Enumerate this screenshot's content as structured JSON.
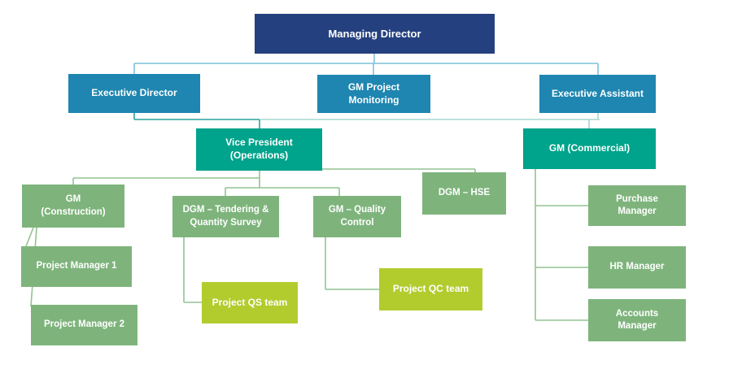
{
  "colors": {
    "navy": "#24407E",
    "blue": "#1E86B0",
    "teal": "#00A38B",
    "green": "#7EB47C",
    "lime": "#B2CC2E",
    "conn_blue": "#7EC2D8",
    "conn_teal": "#26A49A",
    "conn_teal_light": "#A6D6D0",
    "conn_green": "#92C392",
    "text": "#FFFFFF"
  },
  "nodes": {
    "managing_director": {
      "label": "Managing Director",
      "fill": "navy"
    },
    "executive_director": {
      "label": "Executive Director",
      "fill": "blue"
    },
    "gm_project_monitoring": {
      "label": "GM Project\nMonitoring",
      "fill": "blue"
    },
    "executive_assistant": {
      "label": "Executive Assistant",
      "fill": "blue"
    },
    "vice_president_operations": {
      "label": "Vice President\n(Operations)",
      "fill": "teal"
    },
    "gm_commercial": {
      "label": "GM (Commercial)",
      "fill": "teal"
    },
    "gm_construction": {
      "label": "GM\n(Construction)",
      "fill": "green"
    },
    "dgm_tendering": {
      "label": "DGM – Tendering &\nQuantity Survey",
      "fill": "green"
    },
    "gm_quality_control": {
      "label": "GM – Quality\nControl",
      "fill": "green"
    },
    "dgm_hse": {
      "label": "DGM – HSE",
      "fill": "green"
    },
    "project_manager_1": {
      "label": "Project Manager 1",
      "fill": "green"
    },
    "project_manager_2": {
      "label": "Project Manager 2",
      "fill": "green"
    },
    "project_qs_team": {
      "label": "Project QS team",
      "fill": "lime"
    },
    "project_qc_team": {
      "label": "Project QC team",
      "fill": "lime"
    },
    "purchase_manager": {
      "label": "Purchase\nManager",
      "fill": "green"
    },
    "hr_manager": {
      "label": "HR Manager",
      "fill": "green"
    },
    "accounts_manager": {
      "label": "Accounts\nManager",
      "fill": "green"
    }
  },
  "edges": [
    [
      "managing_director",
      "executive_director"
    ],
    [
      "managing_director",
      "gm_project_monitoring"
    ],
    [
      "managing_director",
      "executive_assistant"
    ],
    [
      "executive_director",
      "vice_president_operations"
    ],
    [
      "executive_assistant",
      "gm_commercial"
    ],
    [
      "vice_president_operations",
      "gm_construction"
    ],
    [
      "vice_president_operations",
      "dgm_tendering"
    ],
    [
      "vice_president_operations",
      "gm_quality_control"
    ],
    [
      "vice_president_operations",
      "dgm_hse"
    ],
    [
      "gm_construction",
      "project_manager_1"
    ],
    [
      "gm_construction",
      "project_manager_2"
    ],
    [
      "dgm_tendering",
      "project_qs_team"
    ],
    [
      "gm_quality_control",
      "project_qc_team"
    ],
    [
      "gm_commercial",
      "purchase_manager"
    ],
    [
      "gm_commercial",
      "hr_manager"
    ],
    [
      "gm_commercial",
      "accounts_manager"
    ]
  ]
}
